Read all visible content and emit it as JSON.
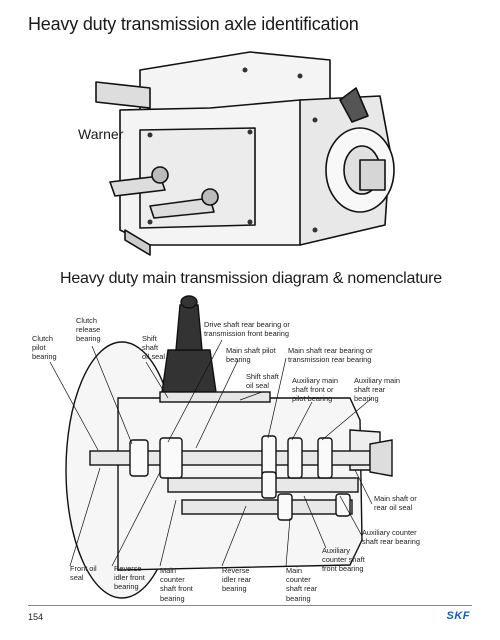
{
  "page": {
    "title": "Heavy duty transmission axle identification",
    "subtitle": "Heavy duty main transmission diagram & nomenclature",
    "photo_label": "Warner",
    "page_number": "154",
    "brand": "SKF",
    "brand_color": "#0f58d6"
  },
  "labels": {
    "clutch_pilot_bearing": "Clutch\npilot\nbearing",
    "clutch_release_bearing": "Clutch\nrelease\nbearing",
    "shift_shaft_oil_seal_top": "Shift\nshaft\noil seal",
    "drive_shaft_rear_bearing": "Drive shaft rear bearing or\ntransmission front bearing",
    "main_shaft_pilot_bearing": "Main shaft pilot\nbearing",
    "main_shaft_rear_bearing": "Main shaft rear bearing or\ntransmission rear bearing",
    "shift_shaft_oil_seal": "Shift shaft\noil seal",
    "auxiliary_main_shaft_front": "Auxiliary main\nshaft front or\npilot bearing",
    "auxiliary_main_shaft_rear": "Auxiliary main\nshaft rear\nbearing",
    "main_shaft_rear_oil_seal": "Main shaft or\nrear oil seal",
    "auxiliary_counter_shaft_rear": "Auxiliary counter\nshaft rear bearing",
    "auxiliary_counter_shaft_front": "Auxiliary\ncounter shaft\nfront bearing",
    "front_oil_seal": "Front oil\nseal",
    "reverse_idler_front": "Reverse\nidler front\nbearing",
    "main_counter_shaft_front": "Main\ncounter\nshaft front\nbearing",
    "reverse_idler_rear": "Reverse\nidler rear\nbearing",
    "main_counter_shaft_rear": "Main\ncounter\nshaft rear\nbearing"
  }
}
